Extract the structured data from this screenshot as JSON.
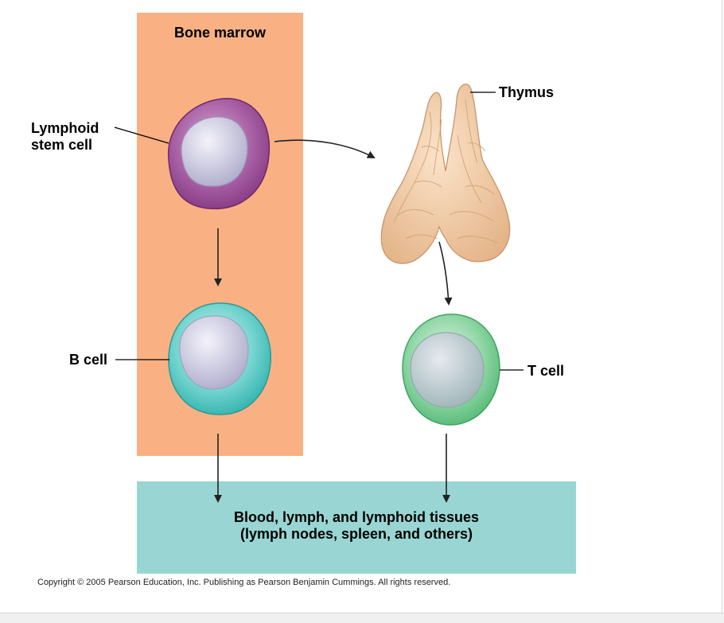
{
  "diagram": {
    "bone_marrow_label": "Bone marrow",
    "lymphoid_stem_cell_label": [
      "Lymphoid",
      "stem cell"
    ],
    "thymus_label": "Thymus",
    "b_cell_label": "B cell",
    "t_cell_label": "T cell",
    "destination_label": [
      "Blood, lymph, and lymphoid tissues",
      "(lymph nodes, spleen, and others)"
    ],
    "copyright": "Copyright © 2005 Pearson Education, Inc. Publishing as Pearson Benjamin Cummings. All rights reserved."
  },
  "colors": {
    "bone_marrow_panel": "#f9b183",
    "tissue_panel": "#99d6d3",
    "stem_cell": "#9b4f96",
    "b_cell": "#4fc3c0",
    "t_cell": "#6cc58a",
    "nucleus": "#c9c6dd",
    "thymus": "#f0c9a0",
    "arrow": "#222222"
  }
}
